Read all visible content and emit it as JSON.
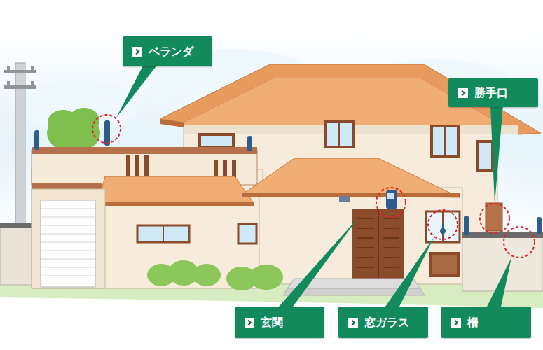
{
  "diagram": {
    "nodes": [
      {
        "text": [
          "ベランダ"
        ]
      },
      {
        "text": [
          "勝手口"
        ]
      },
      {
        "text": [
          "玄関"
        ]
      },
      {
        "text": [
          "窓ガラス"
        ]
      },
      {
        "text": [
          "柵"
        ]
      }
    ]
  }
}
